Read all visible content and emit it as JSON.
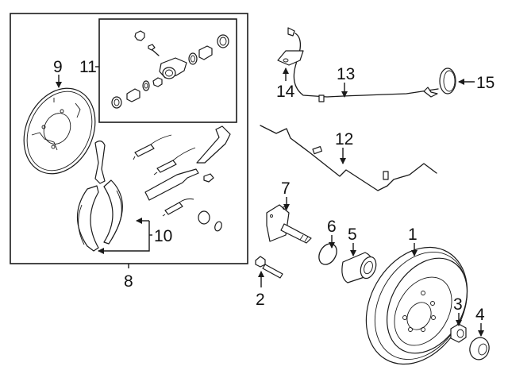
{
  "diagram": {
    "title": "Rear brake drum, hub, shoes and ABS sensor parts diagram",
    "colors": {
      "line": "#1a1a1a",
      "background": "#ffffff"
    },
    "callouts": [
      {
        "id": "1",
        "label": "1",
        "part": "brake-drum"
      },
      {
        "id": "2",
        "label": "2",
        "part": "spindle-bolt"
      },
      {
        "id": "3",
        "label": "3",
        "part": "hub-nut"
      },
      {
        "id": "4",
        "label": "4",
        "part": "dust-cap"
      },
      {
        "id": "5",
        "label": "5",
        "part": "wheel-bearing"
      },
      {
        "id": "6",
        "label": "6",
        "part": "snap-ring"
      },
      {
        "id": "7",
        "label": "7",
        "part": "spindle"
      },
      {
        "id": "8",
        "label": "8",
        "part": "brake-assembly-group"
      },
      {
        "id": "9",
        "label": "9",
        "part": "backing-plate"
      },
      {
        "id": "10",
        "label": "10",
        "part": "brake-shoes"
      },
      {
        "id": "11",
        "label": "11",
        "part": "wheel-cylinder-kit"
      },
      {
        "id": "12",
        "label": "12",
        "part": "brake-line"
      },
      {
        "id": "13",
        "label": "13",
        "part": "abs-sensor"
      },
      {
        "id": "14",
        "label": "14",
        "part": "sensor-bracket"
      },
      {
        "id": "15",
        "label": "15",
        "part": "tone-ring"
      }
    ]
  }
}
